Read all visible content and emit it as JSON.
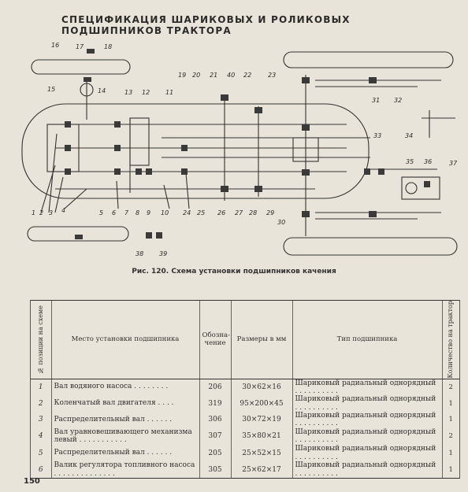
{
  "page_title": "СПЕЦИФИКАЦИЯ ШАРИКОВЫХ И РОЛИКОВЫХ ПОДШИПНИКОВ ТРАКТОРА",
  "figure_caption": "Рис. 120. Схема установки подшипников качения",
  "diagram": {
    "labels": [
      "1",
      "2",
      "3",
      "4",
      "5",
      "6",
      "7",
      "8",
      "9",
      "10",
      "11",
      "12",
      "13",
      "14",
      "15",
      "16",
      "17",
      "18",
      "19",
      "20",
      "21",
      "22",
      "23",
      "24",
      "25",
      "26",
      "27",
      "28",
      "29",
      "30",
      "31",
      "32",
      "33",
      "34",
      "35",
      "36",
      "37",
      "38",
      "39",
      "40"
    ]
  },
  "table": {
    "headers": {
      "pos": "№ позиции на схеме",
      "place": "Место установки подшипника",
      "code": "Обозна- чение",
      "size": "Размеры в мм",
      "type": "Тип подшипника",
      "qty": "Количество на трактор"
    },
    "rows": [
      {
        "pos": "1",
        "place": "Вал водяного насоса . . . . . . . .",
        "code": "206",
        "size": "30×62×16",
        "type": "Шариковый радиальный однорядный . . . . . . . . . .",
        "qty": "2"
      },
      {
        "pos": "2",
        "place": "Коленчатый вал двигателя . . . .",
        "code": "319",
        "size": "95×200×45",
        "type": "Шариковый радиальный однорядный . . . . . . . . . .",
        "qty": "1"
      },
      {
        "pos": "3",
        "place": "Распределительный вал . . . . . .",
        "code": "306",
        "size": "30×72×19",
        "type": "Шариковый радиальный однорядный . . . . . . . . . .",
        "qty": "1"
      },
      {
        "pos": "4",
        "place": "Вал уравновешивающего механизма левый . . . . . . . . . . .",
        "code": "307",
        "size": "35×80×21",
        "type": "Шариковый радиальный однорядный . . . . . . . . . .",
        "qty": "2"
      },
      {
        "pos": "5",
        "place": "Распределительный вал . . . . . .",
        "code": "205",
        "size": "25×52×15",
        "type": "Шариковый радиальный однорядный . . . . . . . . . .",
        "qty": "1"
      },
      {
        "pos": "6",
        "place": "Валик регулятора топливного насоса . . . . . . . . . . . . . .",
        "code": "305",
        "size": "25×62×17",
        "type": "Шариковый радиальный однорядный . . . . . . . . . .",
        "qty": "1"
      }
    ]
  },
  "page_number": "150"
}
